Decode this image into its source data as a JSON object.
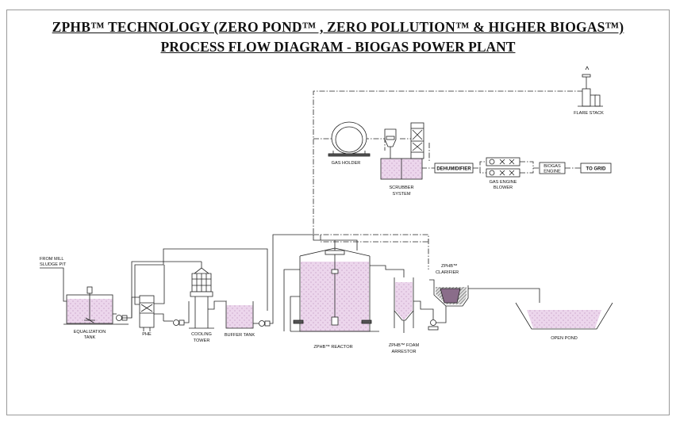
{
  "header": {
    "title": "ZPHB™ TECHNOLOGY (ZERO POND™ , ZERO POLLUTION™ & HIGHER BIOGAS™)",
    "subtitle": "PROCESS FLOW DIAGRAM - BIOGAS POWER PLANT"
  },
  "labels": {
    "from_mill_1": "FROM MILL",
    "from_mill_2": "SLUDGE PIT",
    "equalization_1": "EQUALIZATION",
    "equalization_2": "TANK",
    "phe": "PHE",
    "cooling_1": "COOLING",
    "cooling_2": "TOWER",
    "buffer": "BUFFER TANK",
    "reactor": "ZPHB™ REACTOR",
    "foam_1": "ZPHB™ FOAM",
    "foam_2": "ARRESTOR",
    "clarifier_1": "ZPHB™",
    "clarifier_2": "CLARIFIER",
    "open_pond": "OPEN POND",
    "gas_holder": "GAS HOLDER",
    "scrubber_1": "SCRUBBER",
    "scrubber_2": "SYSTEM",
    "dehumidifier": "DEHUMIDIFIER",
    "blower_1": "GAS ENGINE",
    "blower_2": "BLOWER",
    "engine_1": "BIOGAS",
    "engine_2": "ENGINE",
    "to_grid": "TO GRID",
    "flare": "FLARE STACK"
  },
  "colors": {
    "liquid_fill": "#ead3ea",
    "line": "#222222",
    "frame": "#9a9a9a"
  }
}
